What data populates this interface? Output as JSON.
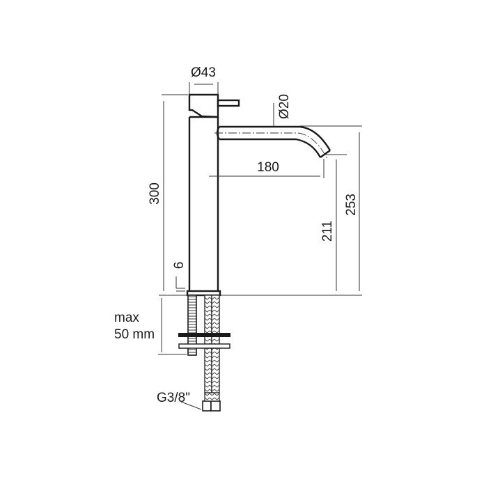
{
  "drawing": {
    "title": "Tall basin mixer tap technical drawing",
    "colors": {
      "line": "#1a1a1a",
      "dim_line": "#333333",
      "background": "#ffffff"
    },
    "dimensions": {
      "body_diameter": "Ø43",
      "spout_diameter": "Ø20",
      "spout_reach": "180",
      "total_height": "300",
      "spout_outlet_height": "211",
      "spout_top_height": "253",
      "base_offset": "6",
      "max_deck_thickness_line1": "max",
      "max_deck_thickness_line2": "50 mm",
      "connection_thread": "G3/8\""
    }
  }
}
